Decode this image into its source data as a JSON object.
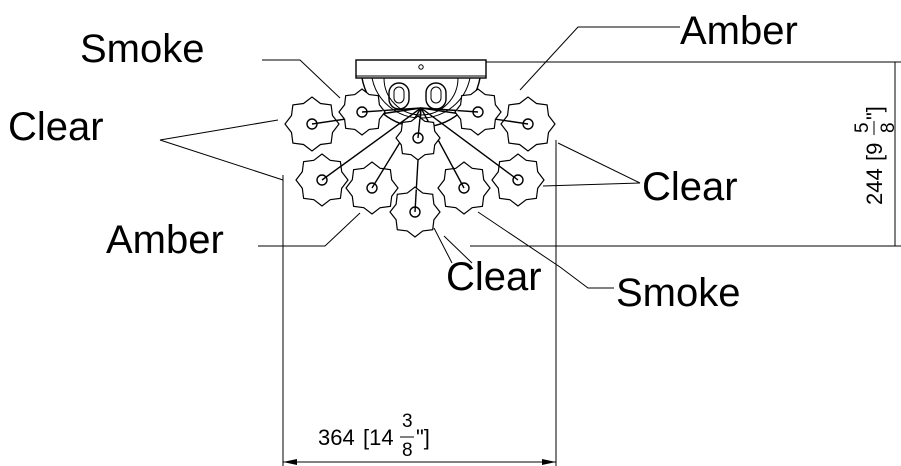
{
  "labels": {
    "smoke_top": "Smoke",
    "amber_top": "Amber",
    "clear_left": "Clear",
    "clear_right": "Clear",
    "amber_left": "Amber",
    "clear_bottom": "Clear",
    "smoke_bottom": "Smoke"
  },
  "dimensions": {
    "width_mm": "364",
    "width_in_whole": "[14",
    "width_in_num": "3",
    "width_in_den": "8",
    "width_in_close": "\"]",
    "height_mm": "244",
    "height_in_whole": "[9",
    "height_in_num": "5",
    "height_in_den": "8",
    "height_in_close": "\"]"
  }
}
